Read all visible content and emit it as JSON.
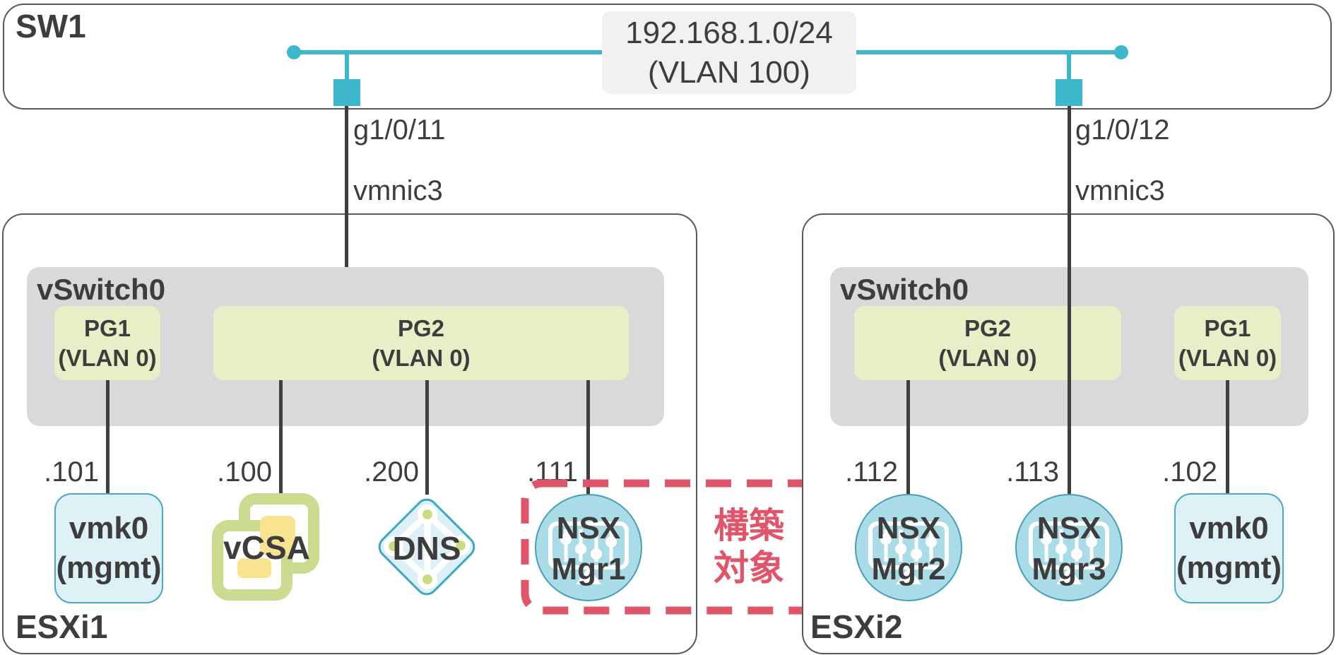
{
  "colors": {
    "teal": "#3eb6cb",
    "box_border": "#595959",
    "vswitch_gray": "#d9d9d9",
    "portgroup_green": "#e8efc6",
    "vmk_fill": "#def1f6",
    "vmk_border": "#4aa9c4",
    "nsx_fill": "#a9dce7",
    "nsx_border": "#44a0b8",
    "dns_fill": "#def0f7",
    "dns_border": "#3ea7c2",
    "vcsa_green": "#c9dc8f",
    "vcsa_yellow": "#f8e391",
    "annotation_red": "#e0556a",
    "wire_dark": "#3f3f3f",
    "subnet_box_fill": "#f1f1f1",
    "text": "#3d3d3d"
  },
  "icons": {
    "switch_port": "teal-square-port-icon",
    "nsx_manager": "appliance-sliders-icon",
    "vcsa": "overlapping-windows-icon",
    "dns": "network-nodes-diamond-icon"
  },
  "switch": {
    "label": "SW1"
  },
  "network": {
    "subnet": "192.168.1.0/24",
    "vlan": "(VLAN 100)"
  },
  "ports": {
    "left": "g1/0/11",
    "right": "g1/0/12"
  },
  "uplinks": {
    "left_nic": "vmnic3",
    "right_nic": "vmnic3"
  },
  "esxi1": {
    "label": "ESXi1",
    "vswitch": "vSwitch0",
    "pg1": {
      "name": "PG1",
      "vlan": "(VLAN 0)"
    },
    "pg2": {
      "name": "PG2",
      "vlan": "(VLAN 0)"
    },
    "devices": {
      "vmk0": {
        "ip": ".101",
        "line1": "vmk0",
        "line2": "(mgmt)"
      },
      "vcsa": {
        "ip": ".100",
        "label": "vCSA"
      },
      "dns": {
        "ip": ".200",
        "label": "DNS"
      },
      "nsx1": {
        "ip": ".111",
        "line1": "NSX",
        "line2": "Mgr1"
      }
    }
  },
  "esxi2": {
    "label": "ESXi2",
    "vswitch": "vSwitch0",
    "pg2": {
      "name": "PG2",
      "vlan": "(VLAN 0)"
    },
    "pg1": {
      "name": "PG1",
      "vlan": "(VLAN 0)"
    },
    "devices": {
      "nsx2": {
        "ip": ".112",
        "line1": "NSX",
        "line2": "Mgr2"
      },
      "nsx3": {
        "ip": ".113",
        "line1": "NSX",
        "line2": "Mgr3"
      },
      "vmk0": {
        "ip": ".102",
        "line1": "vmk0",
        "line2": "(mgmt)"
      }
    }
  },
  "annotation": {
    "line1": "構築",
    "line2": "対象"
  }
}
